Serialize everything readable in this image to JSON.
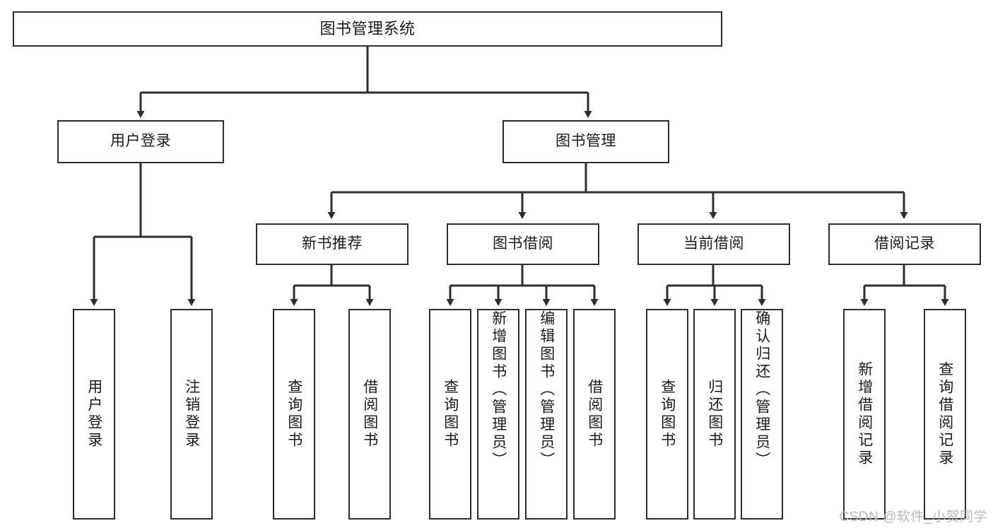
{
  "diagram": {
    "type": "tree-hierarchy",
    "title": "图书管理系统",
    "root": {
      "label": "图书管理系统"
    },
    "level2": [
      {
        "id": "user-login",
        "label": "用户登录"
      },
      {
        "id": "book-management",
        "label": "图书管理"
      }
    ],
    "level3": [
      {
        "id": "new-book-recommend",
        "label": "新书推荐",
        "parent": "book-management"
      },
      {
        "id": "book-borrow",
        "label": "图书借阅",
        "parent": "book-management"
      },
      {
        "id": "current-borrow",
        "label": "当前借阅",
        "parent": "book-management"
      },
      {
        "id": "borrow-record",
        "label": "借阅记录",
        "parent": "book-management"
      }
    ],
    "leaves": [
      {
        "id": "leaf-user-login",
        "label": "用户登录",
        "parent": "user-login"
      },
      {
        "id": "leaf-logout",
        "label": "注销登录",
        "parent": "user-login"
      },
      {
        "id": "leaf-query-book-1",
        "label": "查询图书",
        "parent": "new-book-recommend"
      },
      {
        "id": "leaf-borrow-book-1",
        "label": "借阅图书",
        "parent": "new-book-recommend"
      },
      {
        "id": "leaf-query-book-2",
        "label": "查询图书",
        "parent": "book-borrow"
      },
      {
        "id": "leaf-add-book",
        "label": "新增图书（管理员）",
        "parent": "book-borrow"
      },
      {
        "id": "leaf-edit-book",
        "label": "编辑图书（管理员）",
        "parent": "book-borrow"
      },
      {
        "id": "leaf-borrow-book-2",
        "label": "借阅图书",
        "parent": "book-borrow"
      },
      {
        "id": "leaf-query-book-3",
        "label": "查询图书",
        "parent": "current-borrow"
      },
      {
        "id": "leaf-return-book",
        "label": "归还图书",
        "parent": "current-borrow"
      },
      {
        "id": "leaf-confirm-return",
        "label": "确认归还（管理员）",
        "parent": "current-borrow"
      },
      {
        "id": "leaf-add-record",
        "label": "新增借阅记录",
        "parent": "borrow-record"
      },
      {
        "id": "leaf-query-record",
        "label": "查询借阅记录",
        "parent": "borrow-record"
      }
    ],
    "watermark": "CSDN @软件_小贺同学",
    "colors": {
      "stroke": "#2e2e2e",
      "fill": "#ffffff",
      "text": "#1b1b1b",
      "watermark": "#b9b9b9"
    }
  }
}
